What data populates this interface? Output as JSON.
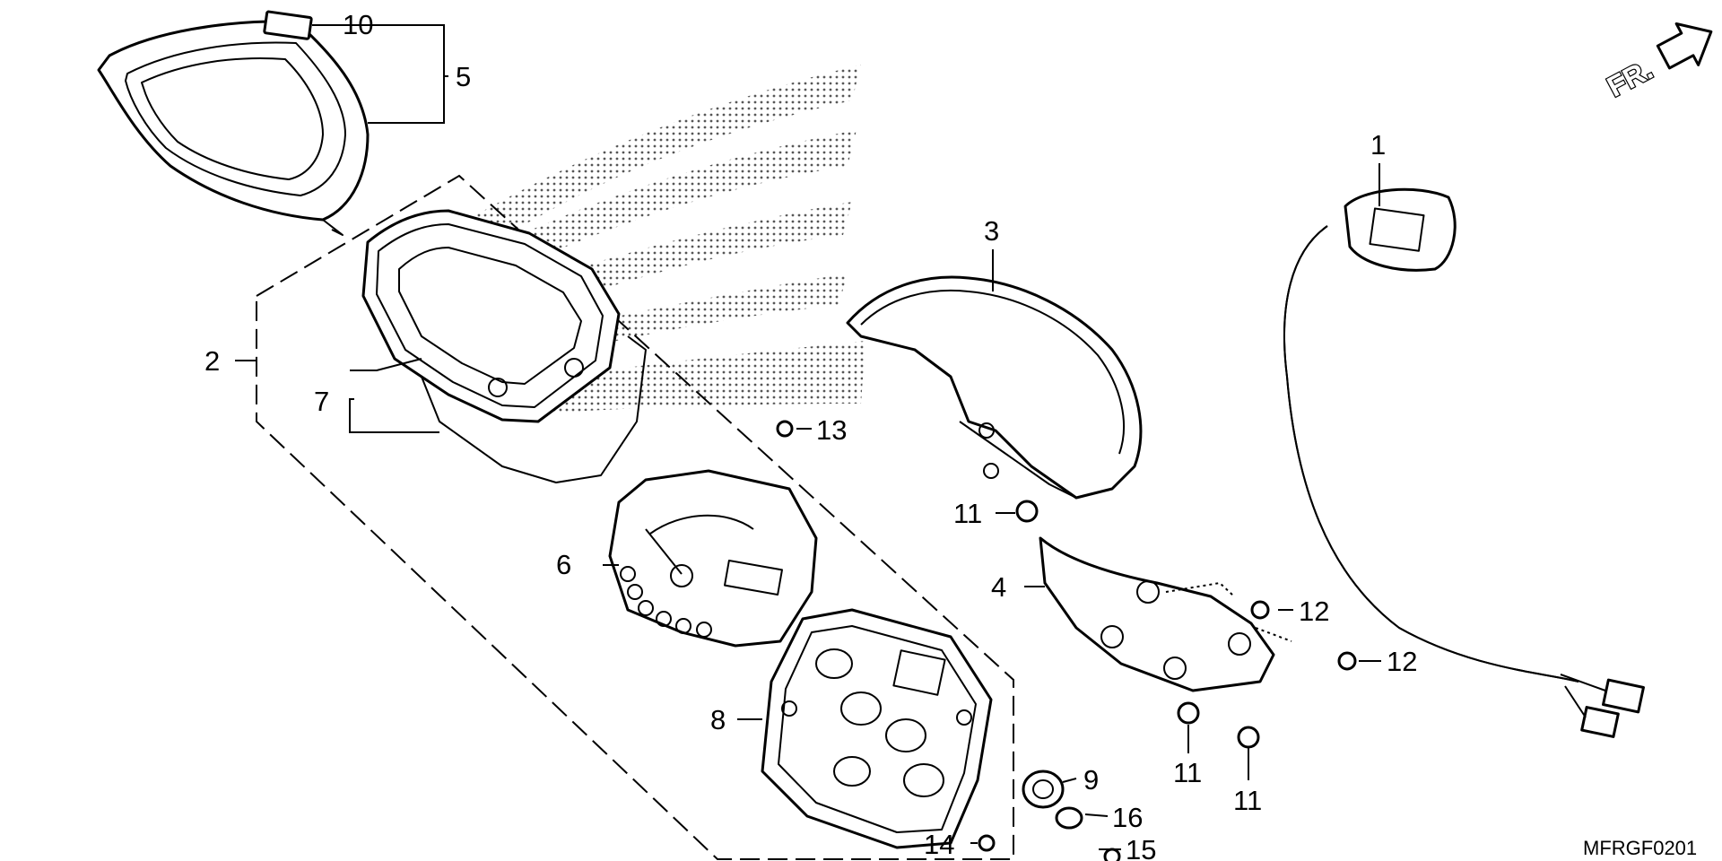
{
  "callouts": [
    {
      "id": "c1",
      "text": "1"
    },
    {
      "id": "c2",
      "text": "2"
    },
    {
      "id": "c3",
      "text": "3"
    },
    {
      "id": "c4",
      "text": "4"
    },
    {
      "id": "c5",
      "text": "5"
    },
    {
      "id": "c6",
      "text": "6"
    },
    {
      "id": "c7",
      "text": "7"
    },
    {
      "id": "c8",
      "text": "8"
    },
    {
      "id": "c9",
      "text": "9"
    },
    {
      "id": "c10",
      "text": "10"
    },
    {
      "id": "c11a",
      "text": "11"
    },
    {
      "id": "c11b",
      "text": "11"
    },
    {
      "id": "c11c",
      "text": "11"
    },
    {
      "id": "c12a",
      "text": "12"
    },
    {
      "id": "c12b",
      "text": "12"
    },
    {
      "id": "c13",
      "text": "13"
    },
    {
      "id": "c14",
      "text": "14"
    },
    {
      "id": "c15",
      "text": "15"
    },
    {
      "id": "c16",
      "text": "16"
    }
  ],
  "direction_marker": "FR.",
  "diagram_code": "MFRGF0201",
  "icons": {
    "direction": "front-direction-arrow-icon",
    "background": "wing-logo-dot-pattern"
  },
  "colors": {
    "line": "#000000",
    "background": "#ffffff"
  }
}
